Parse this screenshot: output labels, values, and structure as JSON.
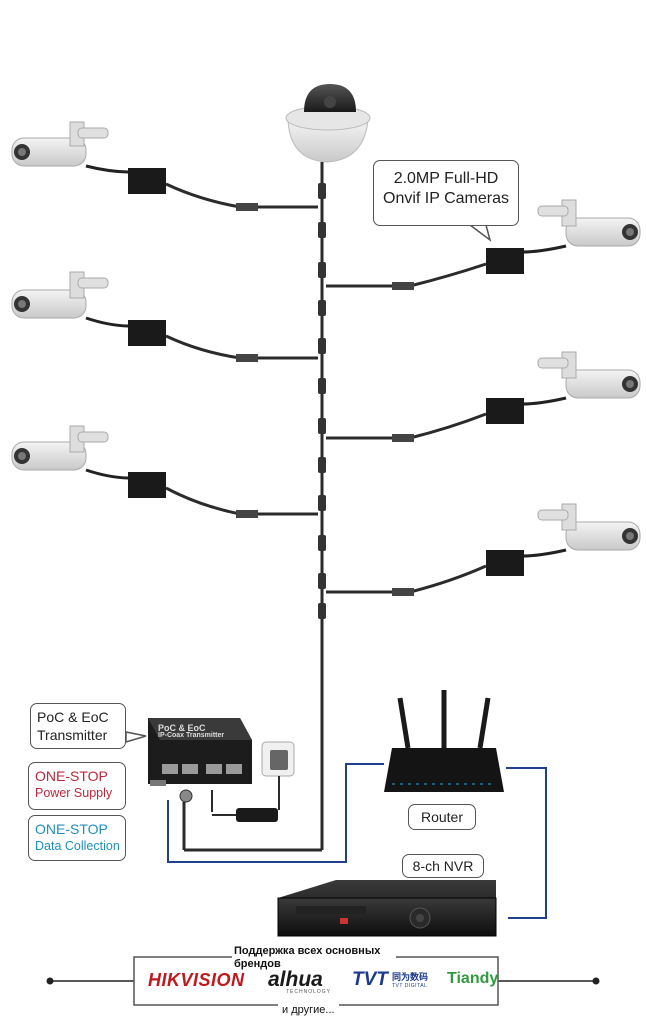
{
  "callouts": {
    "cameras_line1": "2.0MP Full-HD",
    "cameras_line2": "Onvif IP Cameras",
    "transmitter_line1": "PoC & EoC",
    "transmitter_line2": "Transmitter",
    "power_line1": "ONE-STOP",
    "power_line2": "Power Supply",
    "data_line1": "ONE-STOP",
    "data_line2": "Data Collection",
    "router": "Router",
    "nvr": "8-ch NVR"
  },
  "device_label": {
    "line1": "PoC & EoC",
    "line2": "IP-Coax Transmitter"
  },
  "brands": {
    "support_text": "Поддержка всех основных брендов",
    "others_text": "и другие...",
    "hikvision": "HIKVISION",
    "dahua": "alhua",
    "dahua_sub": "TECHNOLOGY",
    "tvt": "TVT",
    "tvt_cn": "同为数码",
    "tvt_sub": "TVT DIGITAL",
    "tiandy": "Tiandy"
  },
  "colors": {
    "cable": "#2b2b2b",
    "network_cable": "#1f3f8f",
    "hikvision": "#c0181c",
    "tvt": "#1b3a8c",
    "tiandy": "#2e9c3e",
    "power_text": "#c0263a",
    "data_text": "#1f8fc0"
  }
}
